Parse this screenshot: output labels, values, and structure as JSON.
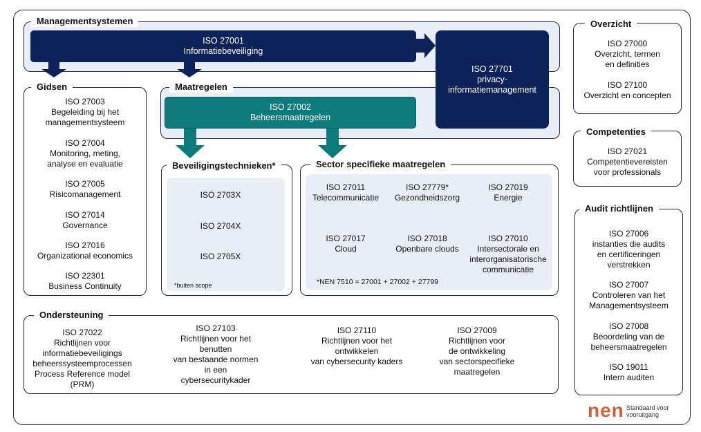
{
  "managementsystemen": {
    "title": "Managementsystemen",
    "iso27001": {
      "code": "ISO 27001",
      "name": "Informatiebeveiliging"
    },
    "iso27701": {
      "code": "ISO 27701",
      "name_line1": "privacy-",
      "name_line2": "informatiemanagement"
    }
  },
  "gidsen": {
    "title": "Gidsen",
    "items": [
      {
        "code": "ISO 27003",
        "lines": [
          "Begeleiding bij het",
          "managementsysteem"
        ]
      },
      {
        "code": "ISO 27004",
        "lines": [
          "Monitoring, meting,",
          "analyse en evaluatie"
        ]
      },
      {
        "code": "ISO 27005",
        "lines": [
          "Risicomanagement"
        ]
      },
      {
        "code": "ISO 27014",
        "lines": [
          "Governance"
        ]
      },
      {
        "code": "ISO 27016",
        "lines": [
          "Organizational economics"
        ]
      },
      {
        "code": "ISO 22301",
        "lines": [
          "Business Continuity"
        ]
      }
    ]
  },
  "maatregelen": {
    "title": "Maatregelen",
    "iso27002": {
      "code": "ISO 27002",
      "name": "Beheersmaatregelen"
    }
  },
  "beveiligingstechnieken": {
    "title": "Beveiligingstechnieken*",
    "items": [
      "ISO 2703X",
      "ISO 2704X",
      "ISO 2705X"
    ],
    "note": "*buiten scope"
  },
  "sector": {
    "title": "Sector specifieke maatregelen",
    "items": [
      {
        "code": "ISO 27011",
        "lines": [
          "Telecommunicatie"
        ]
      },
      {
        "code": "ISO 27779*",
        "lines": [
          "Gezondheidszorg"
        ]
      },
      {
        "code": "ISO 27019",
        "lines": [
          "Energie"
        ]
      },
      {
        "code": "ISO 27017",
        "lines": [
          "Cloud"
        ]
      },
      {
        "code": "ISO 27018",
        "lines": [
          "Openbare clouds"
        ]
      },
      {
        "code": "ISO 27010",
        "lines": [
          "Intersectorale en",
          "interorganisatorische",
          "communicatie"
        ]
      }
    ],
    "note": "*NEN 7510 = 27001 + 27002 + 27799"
  },
  "ondersteuning": {
    "title": "Ondersteuning",
    "items": [
      {
        "code": "ISO 27022",
        "lines": [
          "Richtlijnen voor",
          "informatiebeveiligings",
          "beheerssysteemprocessen",
          "Process Reference model",
          "(PRM)"
        ]
      },
      {
        "code": "ISO 27103",
        "lines": [
          "Richtlijnen voor het",
          "benutten",
          "van bestaande normen",
          "in een",
          "cybersecuritykader"
        ]
      },
      {
        "code": "ISO 27110",
        "lines": [
          "Richtlijnen voor het",
          "ontwikkelen",
          "van cybersecurity kaders"
        ]
      },
      {
        "code": "ISO 27009",
        "lines": [
          "Richtlijnen voor",
          "de ontwikkeling",
          "van sectorspecifieke",
          "maatregelen"
        ]
      }
    ]
  },
  "overzicht": {
    "title": "Overzicht",
    "items": [
      {
        "code": "ISO 27000",
        "lines": [
          "Overzicht, termen",
          "en definities"
        ]
      },
      {
        "code": "ISO 27100",
        "lines": [
          "Overzicht en concepten"
        ]
      }
    ]
  },
  "competenties": {
    "title": "Competenties",
    "items": [
      {
        "code": "ISO 27021",
        "lines": [
          "Competentievereisten",
          "voor professionals"
        ]
      }
    ]
  },
  "audit": {
    "title": "Audit richtlijnen",
    "items": [
      {
        "code": "ISO 27006",
        "lines": [
          "instanties die audits",
          "en certificeringen",
          "verstrekken"
        ]
      },
      {
        "code": "ISO 27007",
        "lines": [
          "Controleren van het",
          "Managementsysteem"
        ]
      },
      {
        "code": "ISO 27008",
        "lines": [
          "Beoordeling van de",
          "beheersmaatregelen"
        ]
      },
      {
        "code": "ISO 19011",
        "lines": [
          "Intern auditen"
        ]
      }
    ]
  },
  "logo": {
    "text": "nen",
    "tagline_line1": "Standaard voor",
    "tagline_line2": "vooruitgang"
  },
  "colors": {
    "navy": "#0d2258",
    "teal": "#0d7b7b",
    "panel_fill": "#e9eef6",
    "border": "#1d2a4a",
    "logo": "#d4603a"
  }
}
